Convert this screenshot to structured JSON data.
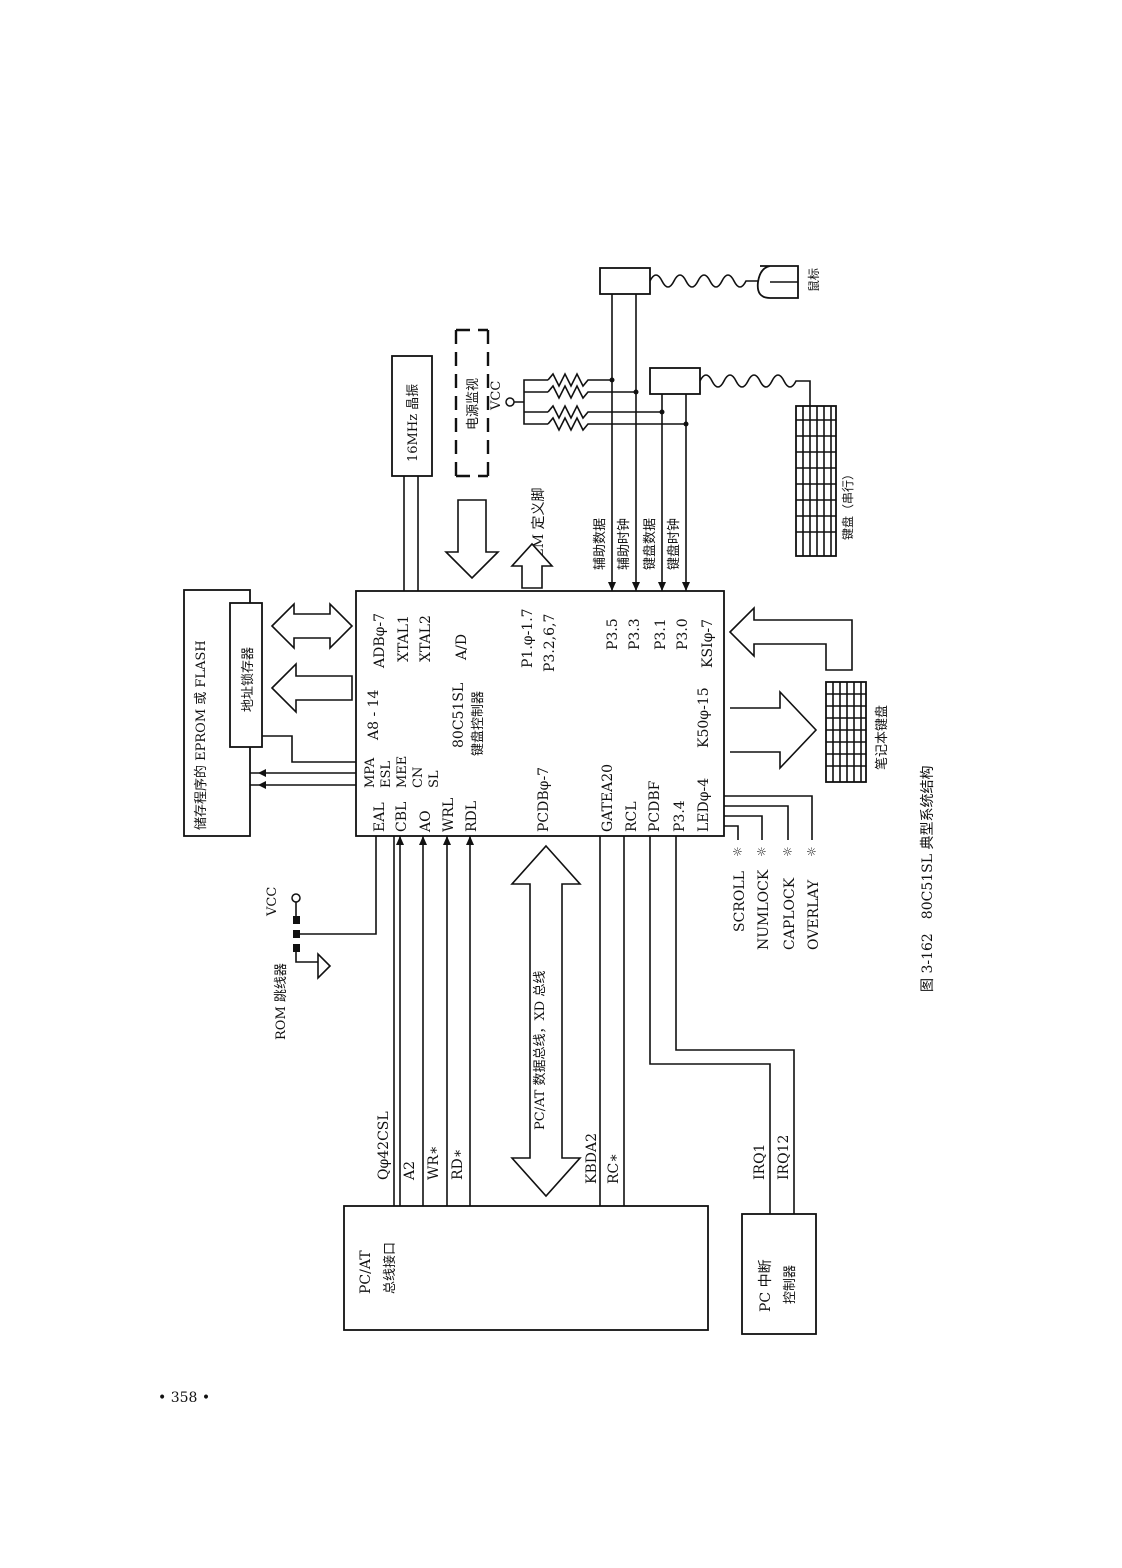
{
  "figure": {
    "caption": "图 3-162　80C51SL 典型系统结构"
  },
  "page_number": "• 358 •",
  "controller": {
    "name": "80C51SL",
    "subtitle": "键盘控制器",
    "left_pins": [
      "EAL",
      "CBL",
      "AO",
      "WRL",
      "RDL"
    ],
    "left_upper_pins": [
      "MPA",
      "ESL",
      "MEE",
      "CN",
      "SL"
    ],
    "top_pins": [
      "A8 - 14",
      "ADBφ-7",
      "XTAL1",
      "XTAL2",
      "A/D",
      "P1.φ-1.7",
      "P3.2,6,7",
      "P3.5",
      "P3.3",
      "P3.1",
      "P3.0",
      "KSIφ-7"
    ],
    "bottom_pins": [
      "PCDBφ-7",
      "GATEA20",
      "RCL",
      "PCDBF",
      "P3.4",
      "LEDφ-4",
      "K50φ-15"
    ]
  },
  "blocks": {
    "eprom": "储存程序的 EPROM 或 FLASH",
    "latch": "地址锁存器",
    "crystal": "16MHz 晶振",
    "power_monitor": "电源监视",
    "oem": "OEM 定义脚",
    "pc_bus_interface": [
      "PC/AT",
      "总线接口"
    ],
    "pc_interrupt": [
      "PC 中断",
      "控制器"
    ],
    "notebook_keyboard": "笔记本键盘",
    "serial_keyboard": "键盘（串行）",
    "mouse": "鼠标",
    "rom_jumper": "ROM 跳线器",
    "vcc": "VCC",
    "bus_label": "PC/AT 数据总线，XD 总线"
  },
  "signals": {
    "port_lines": [
      "辅助数据",
      "辅助时钟",
      "键盘数据",
      "键盘时钟"
    ],
    "bus_signals": [
      "Qφ42CSL",
      "A2",
      "WR∗",
      "RD∗",
      "KBDA2",
      "RC∗"
    ],
    "irq": [
      "IRQ1",
      "IRQ12"
    ],
    "leds": [
      "SCROLL",
      "NUMLOCK",
      "CAPLOCK",
      "OVERLAY"
    ]
  }
}
